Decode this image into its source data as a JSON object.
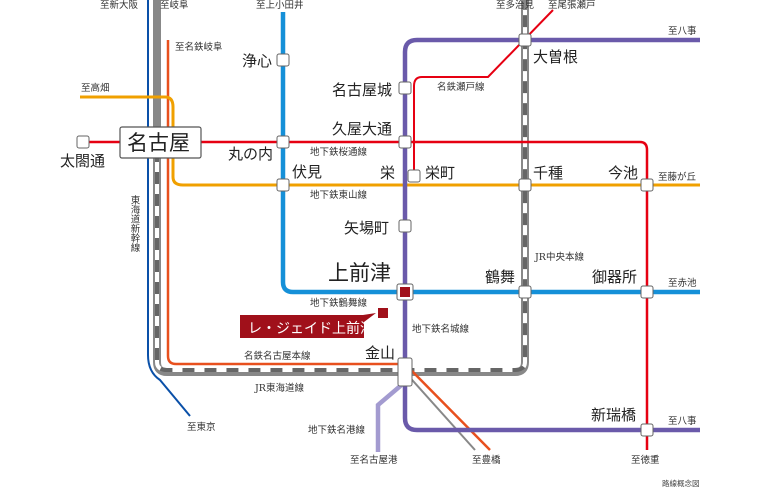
{
  "colors": {
    "shinkansen": "#0a50a8",
    "jr": "#888888",
    "meitetsu": "#e8501e",
    "higashiyama": "#f0a000",
    "sakuradori": "#e60012",
    "tsurumai": "#1590d8",
    "meijo": "#6a5aaa",
    "meiko": "#a39bd0",
    "property": "#a0101a"
  },
  "destinations": {
    "shin_osaka": "至新大阪",
    "gifu": "至岐阜",
    "kamiotai": "至上小田井",
    "meitetsu_gifu": "至名鉄岐阜",
    "takabata": "至高畑",
    "tajimi": "至多治見",
    "owari_seto": "至尾張瀬戸",
    "yagoto_top": "至八事",
    "fujigaoka": "至藤が丘",
    "akaike": "至赤池",
    "yagoto_bottom": "至八事",
    "tokushige": "至徳重",
    "tokyo": "至東京",
    "nagoyako": "至名古屋港",
    "toyohashi": "至豊橋"
  },
  "lines": {
    "sakuradori": "地下鉄桜通線",
    "higashiyama": "地下鉄東山線",
    "seto": "名鉄瀬戸線",
    "chuo": "JR中央本線",
    "tsurumai": "地下鉄鶴舞線",
    "meijo": "地下鉄名城線",
    "meitetsu_main": "名鉄名古屋本線",
    "tokaido": "JR東海道線",
    "meiko": "地下鉄名港線",
    "shinkansen": "東海道新幹線"
  },
  "stations": {
    "nagoya": "名古屋",
    "taikodori": "太閤通",
    "josin": "浄心",
    "marunouchi": "丸の内",
    "fushimi": "伏見",
    "nagoyajo": "名古屋城",
    "hisaya": "久屋大通",
    "sakae": "栄",
    "sakaemachi": "栄町",
    "yabacho": "矢場町",
    "kamimaezu": "上前津",
    "kanayama": "金山",
    "ozone": "大曽根",
    "chikusa": "千種",
    "imaike": "今池",
    "tsurumai": "鶴舞",
    "gokiso": "御器所",
    "aratamabashi": "新瑞橋"
  },
  "property": {
    "name": "レ・ジェイド上前津"
  },
  "caption": "路線概念図"
}
